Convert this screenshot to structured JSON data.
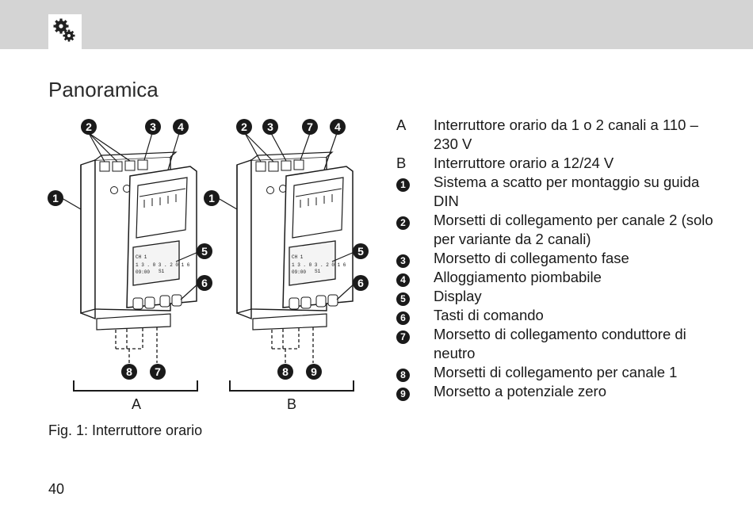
{
  "heading": "Panoramica",
  "figure": {
    "caption": "Fig. 1: Interruttore orario",
    "label_a": "A",
    "label_b": "B",
    "device_a": {
      "top_numbers": [
        "2",
        "3",
        "4"
      ],
      "left_number": "1",
      "right_numbers": [
        "5",
        "6"
      ],
      "bottom_numbers": [
        "8",
        "7"
      ]
    },
    "device_b": {
      "top_numbers": [
        "2",
        "3",
        "7",
        "4"
      ],
      "left_number": "1",
      "right_numbers": [
        "5",
        "6"
      ],
      "bottom_numbers": [
        "8",
        "9"
      ]
    },
    "display_text": {
      "line1": "CH 1",
      "line2": "1 3 . 0 3 . 2 0 1 6",
      "line3": "09:00",
      "line3b": "S1"
    }
  },
  "legend": [
    {
      "key": "A",
      "text": "Interruttore orario da 1 o 2 canali a 110 – 230 V"
    },
    {
      "key": "B",
      "text": "Interruttore orario a 12/24 V"
    },
    {
      "key": "1",
      "circle": true,
      "text": "Sistema a scatto per montaggio su guida DIN"
    },
    {
      "key": "2",
      "circle": true,
      "text": "Morsetti di collegamento per canale 2 (solo per variante da 2 canali)"
    },
    {
      "key": "3",
      "circle": true,
      "text": "Morsetto di collegamento fase"
    },
    {
      "key": "4",
      "circle": true,
      "text": "Alloggiamento piombabile"
    },
    {
      "key": "5",
      "circle": true,
      "text": "Display"
    },
    {
      "key": "6",
      "circle": true,
      "text": "Tasti di comando"
    },
    {
      "key": "7",
      "circle": true,
      "text": "Morsetto di collegamento conduttore di neutro"
    },
    {
      "key": "8",
      "circle": true,
      "text": "Morsetti di collegamento per canale 1"
    },
    {
      "key": "9",
      "circle": true,
      "text": "Morsetto a potenziale zero"
    }
  ],
  "page_number": "40",
  "icons": {
    "header": "gears-icon"
  }
}
